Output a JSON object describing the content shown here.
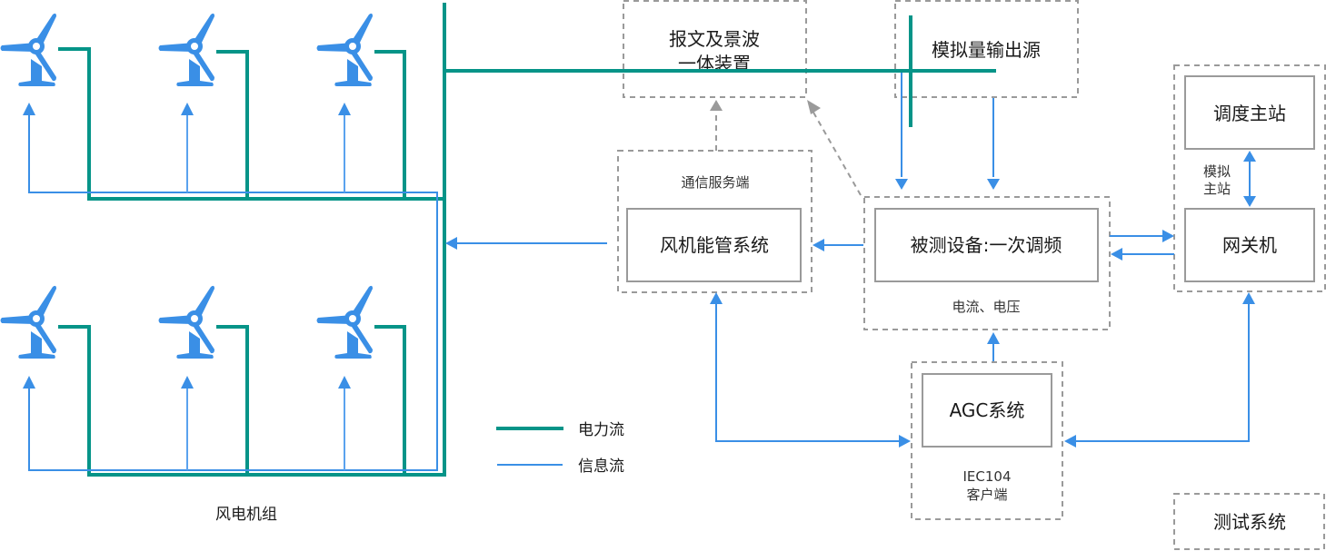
{
  "diagram": {
    "title": "风电机组一次调频测试系统拓扑",
    "colors": {
      "power_flow": "#059488",
      "info_flow": "#3a8fe6",
      "box_border": "#9a9a9a",
      "text": "#1a1a1a"
    },
    "wind_farm": {
      "label": "风电机组",
      "turbine_count": 6,
      "rows": 2,
      "per_row": 3,
      "icon": "wind-turbine-icon"
    },
    "nodes": {
      "recorder": {
        "line1": "报文及景波",
        "line2": "一体装置"
      },
      "analog_source": {
        "label": "模拟量输出源"
      },
      "comm_server": {
        "caption": "通信服务端"
      },
      "fan_ems": {
        "label": "风机能管系统"
      },
      "dut": {
        "label": "被测设备:一次调频",
        "caption": "电流、电压"
      },
      "dispatch": {
        "label": "调度主站"
      },
      "sim_master": {
        "line1": "模拟",
        "line2": "主站"
      },
      "gateway": {
        "label": "网关机"
      },
      "agc": {
        "label": "AGC系统",
        "caption_line1": "IEC104",
        "caption_line2": "客户端"
      },
      "test_system": {
        "label": "测试系统"
      }
    },
    "legend": {
      "items": [
        {
          "label": "电力流",
          "type": "power"
        },
        {
          "label": "信息流",
          "type": "info"
        }
      ]
    }
  }
}
